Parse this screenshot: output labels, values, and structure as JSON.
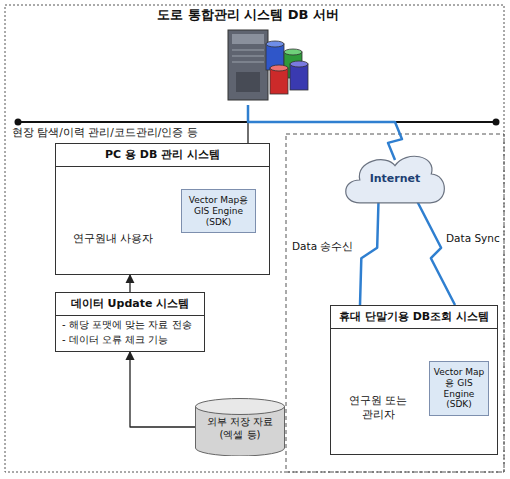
{
  "diagram": {
    "nodes": [
      {
        "text": [
          "도로 통합관리 시스템 DB 서버"
        ]
      },
      {
        "text": [
          "PC 용 DB 관리 시스템"
        ]
      },
      {
        "text": [
          "연구원내 사용자"
        ],
        "in": 1
      },
      {
        "text": [
          "Vector Map용 GIS Engine (SDK)"
        ],
        "in": 1
      },
      {
        "text": [
          "데이터 Update 시스템",
          "- 해당 포맷에 맞는 자료 전송",
          "- 데이터 오류 체크 기능"
        ]
      },
      {
        "text": [
          "외부 저장 자료 (엑셀 등)"
        ]
      },
      {
        "text": [
          "Internet"
        ]
      },
      {
        "text": [
          "휴대 단말기용 DB조회 시스템"
        ]
      },
      {
        "text": [
          "연구원 또는 관리자"
        ],
        "in": 7
      },
      {
        "text": [
          "Vector Map용 GIS Engine (SDK)"
        ],
        "in": 7
      }
    ],
    "edges": [
      {
        "from": 0,
        "to": 1,
        "arrow": "none",
        "label": "현장 탐색/이력 관리/코드관리/인증 등"
      },
      {
        "from": 0,
        "to": 6,
        "arrow": "none"
      },
      {
        "from": 6,
        "to": 7,
        "arrow": "none",
        "label": "Data 송수신"
      },
      {
        "from": 6,
        "to": 7,
        "arrow": "none",
        "label": "Data Sync"
      },
      {
        "from": 3,
        "to": 2,
        "arrow": "to"
      },
      {
        "from": 4,
        "to": 1,
        "arrow": "to"
      },
      {
        "from": 5,
        "to": 4,
        "arrow": "to"
      },
      {
        "from": 9,
        "to": 8,
        "arrow": "to"
      }
    ]
  }
}
